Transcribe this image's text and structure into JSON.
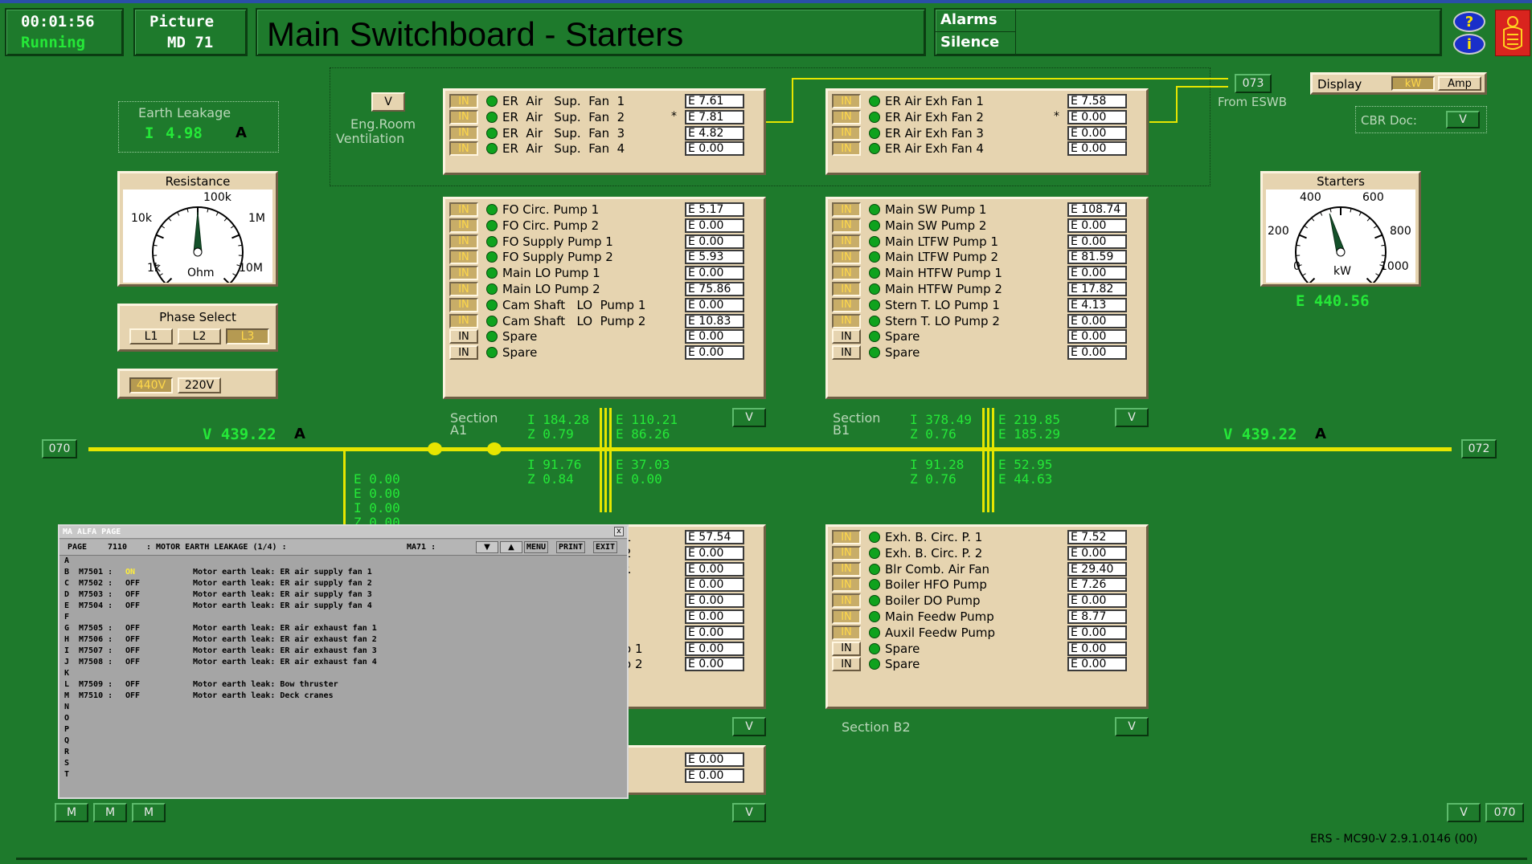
{
  "header": {
    "clock": "00:01:56",
    "status": "Running",
    "picture_label": "Picture",
    "picture_id": "MD 71",
    "title": "Main Switchboard - Starters",
    "alarms_label": "Alarms",
    "silence_label": "Silence",
    "help_icon_label": "?",
    "info_icon_label": "i"
  },
  "earth_leakage": {
    "title": "Earth Leakage",
    "prefix": "I",
    "value": "4.98",
    "unit": "A"
  },
  "resistance": {
    "title": "Resistance",
    "ticks": [
      "1k",
      "10k",
      "100k",
      "1M",
      "10M"
    ],
    "unit": "Ohm",
    "needle_fraction": 0.5
  },
  "phase_select": {
    "title": "Phase Select",
    "options": [
      "L1",
      "L2",
      "L3"
    ],
    "selected": "L3"
  },
  "voltage_select": {
    "options": [
      "440V",
      "220V"
    ],
    "selected": "440V"
  },
  "vent": {
    "v_button": "V",
    "label_line1": "Eng.Room",
    "label_line2": "Ventilation"
  },
  "eswb": {
    "id": "073",
    "label": "From ESWB"
  },
  "display": {
    "label": "Display",
    "options": [
      "kW",
      "Amp"
    ],
    "selected": "kW"
  },
  "cbr_doc": {
    "label": "CBR Doc:",
    "button": "V"
  },
  "starters_gauge": {
    "title": "Starters",
    "ticks": [
      "0",
      "200",
      "400",
      "600",
      "800",
      "1000"
    ],
    "unit": "kW",
    "value_label": "E 440.56",
    "needle_value": 440.56
  },
  "panels": {
    "sup_fans": [
      {
        "state": "IN",
        "on": true,
        "name": "ER  Air   Sup.  Fan  1",
        "star": "",
        "value": "E 7.61"
      },
      {
        "state": "IN",
        "on": true,
        "name": "ER  Air   Sup.  Fan  2",
        "star": "*",
        "value": "E 7.81"
      },
      {
        "state": "IN",
        "on": true,
        "name": "ER  Air   Sup.  Fan  3",
        "star": "",
        "value": "E 4.82"
      },
      {
        "state": "IN",
        "on": true,
        "name": "ER  Air   Sup.  Fan  4",
        "star": "",
        "value": "E 0.00"
      }
    ],
    "exh_fans": [
      {
        "state": "IN",
        "on": true,
        "name": "ER Air Exh Fan 1",
        "star": "",
        "value": "E 7.58"
      },
      {
        "state": "IN",
        "on": true,
        "name": "ER Air Exh Fan 2",
        "star": "*",
        "value": "E 0.00"
      },
      {
        "state": "IN",
        "on": true,
        "name": "ER Air Exh Fan 3",
        "star": "",
        "value": "E 0.00"
      },
      {
        "state": "IN",
        "on": true,
        "name": "ER Air Exh Fan 4",
        "star": "",
        "value": "E 0.00"
      }
    ],
    "a1": [
      {
        "state": "IN",
        "on": true,
        "name": "FO Circ. Pump 1",
        "value": "E 5.17"
      },
      {
        "state": "IN",
        "on": true,
        "name": "FO Circ. Pump 2",
        "value": "E 0.00"
      },
      {
        "state": "IN",
        "on": true,
        "name": "FO Supply Pump 1",
        "value": "E 0.00"
      },
      {
        "state": "IN",
        "on": true,
        "name": "FO Supply Pump 2",
        "value": "E 5.93"
      },
      {
        "state": "IN",
        "on": true,
        "name": "Main LO Pump 1",
        "value": "E 0.00"
      },
      {
        "state": "IN",
        "on": true,
        "name": "Main LO Pump 2",
        "value": "E 75.86"
      },
      {
        "state": "IN",
        "on": true,
        "name": "Cam Shaft   LO  Pump 1",
        "value": "E 0.00"
      },
      {
        "state": "IN",
        "on": true,
        "name": "Cam Shaft   LO  Pump 2",
        "value": "E 10.83"
      },
      {
        "state": "IN",
        "on": false,
        "name": "Spare",
        "value": "E 0.00"
      },
      {
        "state": "IN",
        "on": false,
        "name": "Spare",
        "value": "E 0.00"
      }
    ],
    "b1": [
      {
        "state": "IN",
        "on": true,
        "name": "Main SW Pump 1",
        "value": "E 108.74"
      },
      {
        "state": "IN",
        "on": true,
        "name": "Main SW Pump 2",
        "value": "E 0.00"
      },
      {
        "state": "IN",
        "on": true,
        "name": "Main LTFW Pump 1",
        "value": "E 0.00"
      },
      {
        "state": "IN",
        "on": true,
        "name": "Main LTFW Pump 2",
        "value": "E 81.59"
      },
      {
        "state": "IN",
        "on": true,
        "name": "Main HTFW Pump 1",
        "value": "E 0.00"
      },
      {
        "state": "IN",
        "on": true,
        "name": "Main HTFW Pump 2",
        "value": "E 17.82"
      },
      {
        "state": "IN",
        "on": true,
        "name": "Stern T. LO Pump 1",
        "value": "E 4.13"
      },
      {
        "state": "IN",
        "on": true,
        "name": "Stern T. LO Pump 2",
        "value": "E 0.00"
      },
      {
        "state": "IN",
        "on": false,
        "name": "Spare",
        "value": "E 0.00"
      },
      {
        "state": "IN",
        "on": false,
        "name": "Spare",
        "value": "E 0.00"
      }
    ],
    "a2": [
      {
        "frag": "1",
        "value": "E 57.54"
      },
      {
        "frag": "2",
        "value": "E 0.00"
      },
      {
        "frag": "r.",
        "value": "E 0.00"
      },
      {
        "frag": "",
        "value": "E 0.00"
      },
      {
        "frag": "",
        "value": "E 0.00"
      },
      {
        "frag": "",
        "value": "E 0.00"
      },
      {
        "frag": "",
        "value": "E 0.00"
      },
      {
        "frag": "o 1",
        "value": "E 0.00"
      },
      {
        "frag": "o 2",
        "value": "E 0.00"
      }
    ],
    "a3": [
      {
        "value": "E 0.00"
      },
      {
        "value": "E 0.00"
      }
    ],
    "b2": [
      {
        "state": "IN",
        "on": true,
        "name": "Exh. B. Circ. P. 1",
        "value": "E 7.52"
      },
      {
        "state": "IN",
        "on": true,
        "name": "Exh. B. Circ. P. 2",
        "value": "E 0.00"
      },
      {
        "state": "IN",
        "on": true,
        "name": "Blr Comb. Air Fan",
        "value": "E 29.40"
      },
      {
        "state": "IN",
        "on": true,
        "name": "Boiler HFO Pump",
        "value": "E 7.26"
      },
      {
        "state": "IN",
        "on": true,
        "name": "Boiler DO Pump",
        "value": "E 0.00"
      },
      {
        "state": "IN",
        "on": true,
        "name": "Main Feedw Pump",
        "value": "E 8.77"
      },
      {
        "state": "IN",
        "on": true,
        "name": "Auxil Feedw Pump",
        "value": "E 0.00"
      },
      {
        "state": "IN",
        "on": false,
        "name": "Spare",
        "value": "E 0.00"
      },
      {
        "state": "IN",
        "on": false,
        "name": "Spare",
        "value": "E 0.00"
      }
    ]
  },
  "sections": {
    "a1": {
      "line1": "Section",
      "line2": "A1"
    },
    "b1": {
      "line1": "Section",
      "line2": "B1"
    },
    "b2": {
      "label": "Section B2"
    }
  },
  "busbar": {
    "left_id": "070",
    "right_id": "072",
    "left_voltage": "V 439.22",
    "right_voltage": "V 439.22",
    "unit": "A"
  },
  "measurements": {
    "a1_upper_left": [
      "I 184.28",
      "Z 0.79"
    ],
    "a1_upper_right": [
      "E 110.21",
      "E 86.26"
    ],
    "a1_lower_left": [
      "I 91.76",
      "Z 0.84"
    ],
    "a1_lower_right": [
      "E 37.03",
      "E 0.00"
    ],
    "b1_upper_left": [
      "I 378.49",
      "Z 0.76"
    ],
    "b1_upper_right": [
      "E 219.85",
      "E 185.29"
    ],
    "b1_lower_left": [
      "I 91.28",
      "Z 0.76"
    ],
    "b1_lower_right": [
      "E 52.95",
      "E 44.63"
    ],
    "drop": [
      "E 0.00",
      "E 0.00",
      "I 0.00",
      "Z 0.00"
    ]
  },
  "v_buttons": {
    "a1": "V",
    "b1": "V",
    "a2": "V",
    "b2": "V",
    "a3": "V",
    "right": "V"
  },
  "bottom": {
    "m_buttons": [
      "M",
      "M",
      "M"
    ],
    "right_id": "070",
    "version": "ERS - MC90-V 2.9.1.0146 (00)"
  },
  "alfa": {
    "window_title": "MA ALFA PAGE",
    "close": "x",
    "page_label": "PAGE",
    "page_no": "7110",
    "page_title": ": MOTOR EARTH LEAKAGE  (1/4) :",
    "ma": "MA71 :",
    "menu": "MENU",
    "print": "PRINT",
    "exit": "EXIT",
    "rows": [
      {
        "letter": "A",
        "tag": "",
        "state": "",
        "desc": ""
      },
      {
        "letter": "B",
        "tag": "M7501 :",
        "state": "ON",
        "desc": "Motor earth leak: ER air supply fan 1"
      },
      {
        "letter": "C",
        "tag": "M7502 :",
        "state": "OFF",
        "desc": "Motor earth leak: ER air supply fan 2"
      },
      {
        "letter": "D",
        "tag": "M7503 :",
        "state": "OFF",
        "desc": "Motor earth leak: ER air supply fan 3"
      },
      {
        "letter": "E",
        "tag": "M7504 :",
        "state": "OFF",
        "desc": "Motor earth leak: ER air supply fan 4"
      },
      {
        "letter": "F",
        "tag": "",
        "state": "",
        "desc": ""
      },
      {
        "letter": "G",
        "tag": "M7505 :",
        "state": "OFF",
        "desc": "Motor earth leak: ER air exhaust fan 1"
      },
      {
        "letter": "H",
        "tag": "M7506 :",
        "state": "OFF",
        "desc": "Motor earth leak: ER air exhaust fan 2"
      },
      {
        "letter": "I",
        "tag": "M7507 :",
        "state": "OFF",
        "desc": "Motor earth leak: ER air exhaust fan 3"
      },
      {
        "letter": "J",
        "tag": "M7508 :",
        "state": "OFF",
        "desc": "Motor earth leak: ER air exhaust fan 4"
      },
      {
        "letter": "K",
        "tag": "",
        "state": "",
        "desc": ""
      },
      {
        "letter": "L",
        "tag": "M7509 :",
        "state": "OFF",
        "desc": "Motor earth leak: Bow thruster"
      },
      {
        "letter": "M",
        "tag": "M7510 :",
        "state": "OFF",
        "desc": "Motor earth leak: Deck cranes"
      },
      {
        "letter": "N",
        "tag": "",
        "state": "",
        "desc": ""
      },
      {
        "letter": "O",
        "tag": "",
        "state": "",
        "desc": ""
      },
      {
        "letter": "P",
        "tag": "",
        "state": "",
        "desc": ""
      },
      {
        "letter": "Q",
        "tag": "",
        "state": "",
        "desc": ""
      },
      {
        "letter": "R",
        "tag": "",
        "state": "",
        "desc": ""
      },
      {
        "letter": "S",
        "tag": "",
        "state": "",
        "desc": ""
      },
      {
        "letter": "T",
        "tag": "",
        "state": "",
        "desc": ""
      }
    ]
  },
  "colors": {
    "background": "#1e7a2c",
    "panel": "#e6d4b0",
    "readout_green": "#25e838",
    "busbar": "#e6e600",
    "in_active": "#ffd84a",
    "lamp_green": "#0fa21e"
  }
}
